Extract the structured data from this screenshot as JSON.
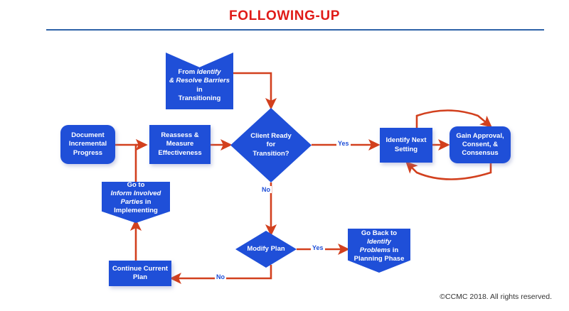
{
  "header": {
    "title": "FOLLOWING-UP",
    "title_color": "#E01B18",
    "rule_color": "#2E63A8"
  },
  "theme": {
    "node_fill": "#1F4FD8",
    "connector_color": "#D2401E",
    "node_text": "#FFFFFF",
    "edge_label_color": "#1F4FD8"
  },
  "diagram": {
    "type": "flowchart",
    "nodes": [
      {
        "id": "from-barriers",
        "shape": "banner-notch-top",
        "lines": [
          {
            "text": "From ",
            "style": "normal"
          },
          {
            "text": "Identify",
            "style": "italic"
          },
          {
            "text": "& Resolve Barriers",
            "style": "italic"
          },
          {
            "text": " in",
            "style": "normal"
          },
          {
            "text": "Transitioning",
            "style": "normal"
          }
        ],
        "plain": "From Identify & Resolve Barriers in Transitioning"
      },
      {
        "id": "document-progress",
        "shape": "rounded-rectangle",
        "plain": "Document Incremental Progress"
      },
      {
        "id": "reassess",
        "shape": "rectangle",
        "plain": "Reassess & Measure Effectiveness"
      },
      {
        "id": "client-ready",
        "shape": "diamond",
        "plain": "Client Ready for Transition?"
      },
      {
        "id": "identify-next-setting",
        "shape": "rectangle",
        "plain": "Identify Next Setting"
      },
      {
        "id": "gain-approval",
        "shape": "rounded-rectangle",
        "plain": "Gain Approval, Consent, & Consensus"
      },
      {
        "id": "go-to-inform",
        "shape": "pentagon-down",
        "plain": "Go to Inform Involved Parties in Implementing"
      },
      {
        "id": "modify-plan",
        "shape": "diamond",
        "plain": "Modify Plan"
      },
      {
        "id": "go-back-planning",
        "shape": "pentagon-down",
        "plain": "Go Back to Identify Problems in Planning Phase"
      },
      {
        "id": "continue-plan",
        "shape": "rectangle",
        "plain": "Continue Current Plan"
      }
    ],
    "edge_labels": {
      "client_ready_yes": "Yes",
      "client_ready_no": "No",
      "modify_plan_yes": "Yes",
      "modify_plan_no": "No"
    }
  },
  "nodes": {
    "from_barriers": {
      "l1_a": "From ",
      "l1_b": "Identify",
      "l2_a": "& Resolve Barriers",
      "l2_b": " in",
      "l3": "Transitioning"
    },
    "document_progress": {
      "l1": "Document",
      "l2": "Incremental",
      "l3": "Progress"
    },
    "reassess": {
      "l1": "Reassess &",
      "l2": "Measure",
      "l3": "Effectiveness"
    },
    "client_ready": {
      "l1": "Client Ready",
      "l2": "for",
      "l3": "Transition?"
    },
    "identify_next": {
      "l1": "Identify Next",
      "l2": "Setting"
    },
    "gain_approval": {
      "l1": "Gain Approval,",
      "l2": "Consent, &",
      "l3": "Consensus"
    },
    "go_to_inform": {
      "l1": "Go to",
      "l2": "Inform Involved",
      "l3_a": "Parties",
      "l3_b": " in",
      "l4": "Implementing"
    },
    "modify_plan": {
      "l1": "Modify Plan"
    },
    "go_back_planning": {
      "l1": "Go Back to",
      "l2": "Identify",
      "l3_a": "Problems",
      "l3_b": " in",
      "l4": "Planning Phase"
    },
    "continue_plan": {
      "l1": "Continue Current",
      "l2": "Plan"
    }
  },
  "footer": {
    "copyright": "©CCMC 2018. All rights reserved."
  }
}
